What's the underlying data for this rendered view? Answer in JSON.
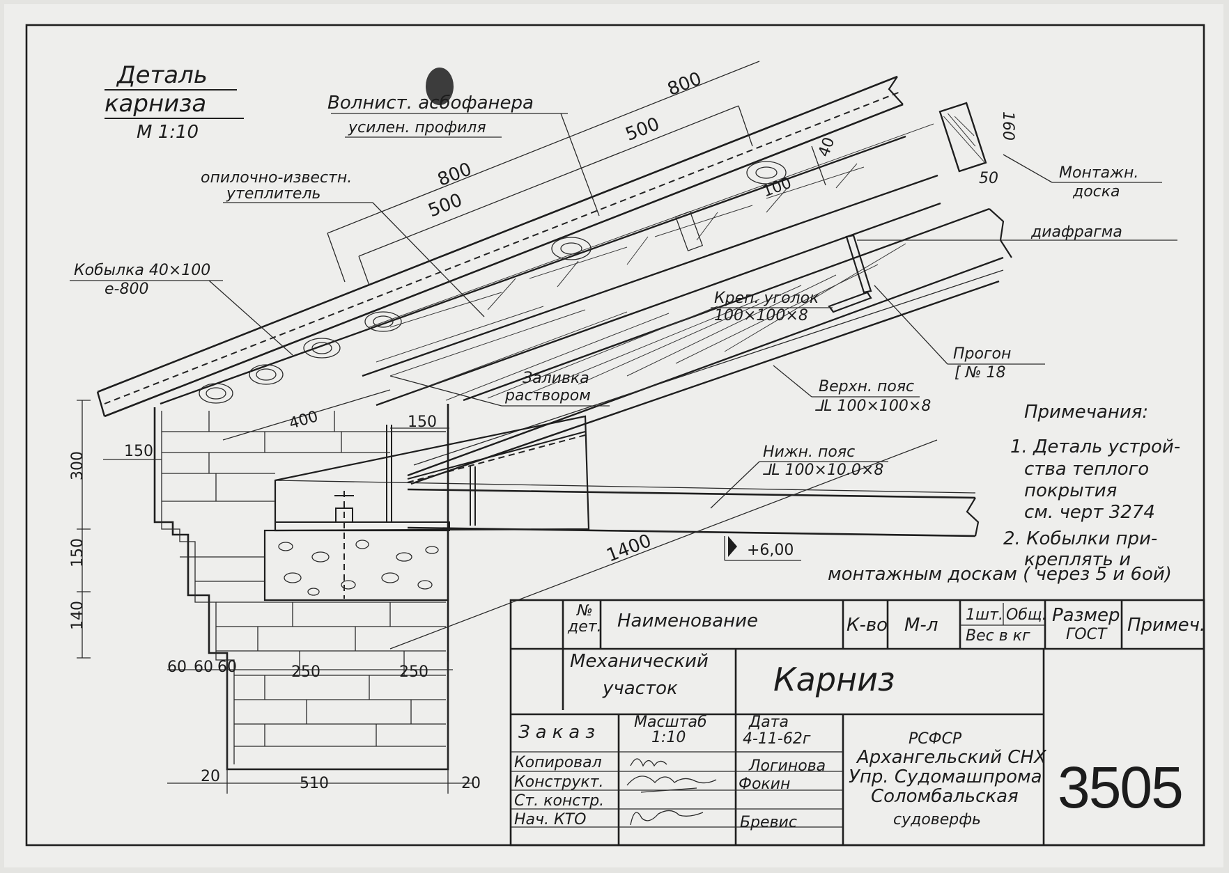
{
  "title": {
    "line1": "Деталь",
    "line2": "карниза",
    "scale": "М 1:10"
  },
  "callouts": {
    "sheet": [
      "Волнист. асбофанера",
      "усилен. профиля"
    ],
    "insulation": [
      "опилочно-известн.",
      "утеплитель"
    ],
    "rafter": [
      "Кобылка 40×100",
      "е-800"
    ],
    "mount_board": [
      "Монтажн.",
      "доска"
    ],
    "diaphragm": "диафрагма",
    "fix_angle": [
      "Креп. уголок",
      "100×100×8"
    ],
    "purlin": [
      "Прогон",
      "[ № 18"
    ],
    "mortar": [
      "Заливка",
      "раствором"
    ],
    "top_chord": [
      "Верхн. пояс",
      "⅃L 100×100×8"
    ],
    "bottom_chord": [
      "Нижн. пояс",
      "⅃L 100×10.0×8"
    ],
    "level": "+6,00"
  },
  "dimensions": {
    "d800_top": "800",
    "d500_top": "500",
    "d800_left": "800",
    "d500_left": "500",
    "d40": "40",
    "d100": "100",
    "board_h": "160",
    "board_w": "50",
    "d400": "400",
    "d150_right": "150",
    "d150_left": "150",
    "d1400": "1400",
    "v300": "300",
    "v150": "150",
    "v140": "140",
    "b60a": "60",
    "b60b": "60",
    "b60c": "60",
    "b250a": "250",
    "b250b": "250",
    "b20a": "20",
    "b510": "510",
    "b20b": "20"
  },
  "notes": {
    "heading": "Примечания:",
    "n1": [
      "1. Деталь устрой-",
      "ства теплого",
      "покрытия",
      "см. черт 3274"
    ],
    "n2": [
      "2. Кобылки при-",
      "креплять и",
      "монтажным доскам ( через 5 и 6ой)"
    ]
  },
  "title_block": {
    "head": {
      "num": [
        "№",
        "дет."
      ],
      "name": "Наименование",
      "qty": "К-во",
      "material": "М-л",
      "weight": [
        "1шт.",
        "Общ.",
        "Вес в кг"
      ],
      "size": [
        "Размер",
        "ГОСТ"
      ],
      "note": "Примеч."
    },
    "shop": [
      "Механический",
      "участок"
    ],
    "part": "Карниз",
    "order": "Заказ",
    "scale": [
      "Масштаб",
      "1:10"
    ],
    "date": [
      "Дата",
      "4-11-62г"
    ],
    "roles": [
      "Копировал",
      "Конструкт.",
      "Ст. констр.",
      "Нач. КТО"
    ],
    "names": [
      "Логинова",
      "Фокин",
      "",
      "Бревис"
    ],
    "org": [
      "РСФСР",
      "Архангельский СНХ",
      "Упр. Судомашпрома",
      "Соломбальская",
      "судоверфь"
    ],
    "sheet_no": "3505"
  }
}
